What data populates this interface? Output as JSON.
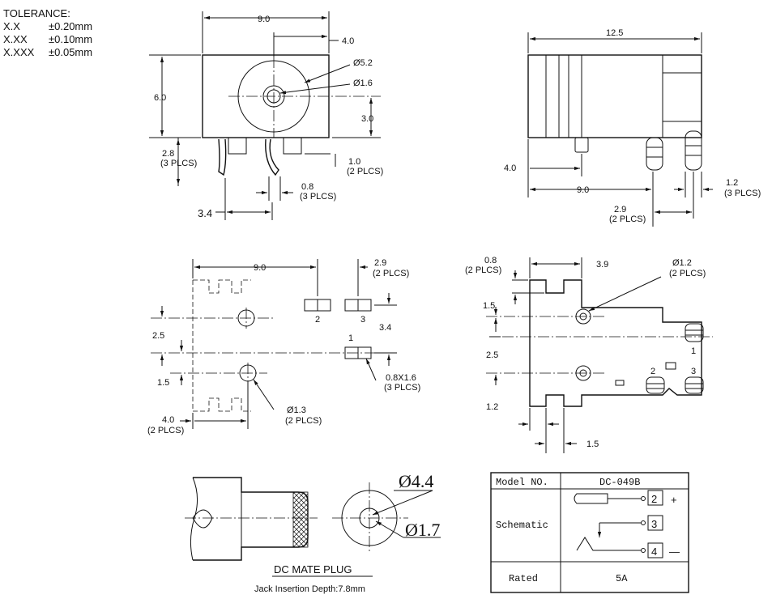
{
  "tolerance": {
    "title": "TOLERANCE:",
    "rows": [
      {
        "k": "X.X",
        "v": "±0.20mm"
      },
      {
        "k": "X.XX",
        "v": "±0.10mm"
      },
      {
        "k": "X.XXX",
        "v": "±0.05mm"
      }
    ]
  },
  "front": {
    "w": "9.0",
    "r": "4.0",
    "h": "6.0",
    "c": "3.0",
    "d1": "Ø5.2",
    "d2": "Ø1.6",
    "p28": "2.8",
    "p28b": "(3 PLCS)",
    "p10": "1.0",
    "p10b": "(2 PLCS)",
    "p08": "0.8",
    "p08b": "(3 PLCS)",
    "p34": "3.4"
  },
  "side": {
    "l": "12.5",
    "a": "4.0",
    "b": "9.0",
    "c": "2.9",
    "cb": "(2 PLCS)",
    "d": "1.2",
    "db": "(3 PLCS)"
  },
  "footprint": {
    "w": "9.0",
    "p29": "2.9",
    "p29b": "(2 PLCS)",
    "n2": "2",
    "n3": "3",
    "n1": "1",
    "v34": "3.4",
    "v25": "2.5",
    "v15": "1.5",
    "slot": "0.8X1.6",
    "slotb": "(3 PLCS)",
    "hole": "Ø1.3",
    "holeb": "(2 PLCS)",
    "p40": "4.0",
    "p40b": "(2 PLCS)"
  },
  "bottom": {
    "p08": "0.8",
    "p08b": "(2 PLCS)",
    "p39": "3.9",
    "d12": "Ø1.2",
    "d12b": "(2 PLCS)",
    "v15": "1.5",
    "v25": "2.5",
    "v12": "1.2",
    "h15": "1.5",
    "n1": "1",
    "n2": "2",
    "n3": "3"
  },
  "plug": {
    "d1": "Ø4.4",
    "d2": "Ø1.7",
    "title": "DC MATE PLUG",
    "depth": "Jack Insertion Depth:7.8mm"
  },
  "table": {
    "model_label": "Model NO.",
    "model_value": "DC-049B",
    "schematic_label": "Schematic",
    "pin2": "2",
    "pin3": "3",
    "pin4": "4",
    "plus": "+",
    "minus": "—",
    "rated_label": "Rated",
    "rated_value": "5A"
  }
}
